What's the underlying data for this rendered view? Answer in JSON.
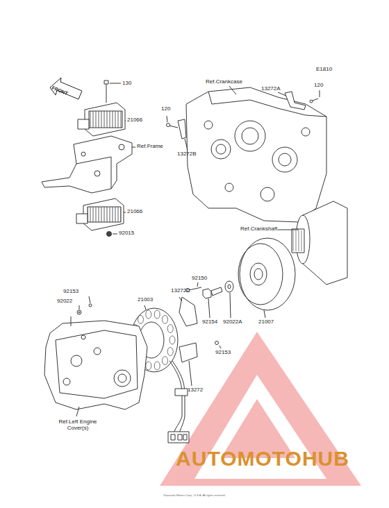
{
  "diagram": {
    "labels": [
      "E1810",
      "FRONT",
      "130",
      "21066",
      "Ref.Frame",
      "21066",
      "92015",
      "Ref.Crankcase",
      "13272A",
      "120",
      "120",
      "13272B",
      "Ref.Crankshaft",
      "92153",
      "92022",
      "92150",
      "13272C",
      "21003",
      "92154",
      "92022A",
      "21007",
      "92153",
      "13272",
      "Ref.Left Engine Cover(s)",
      "AUTOMOTOHUB",
      "Kawasaki Motors Corp., U.S.A. All rights reserved."
    ]
  }
}
